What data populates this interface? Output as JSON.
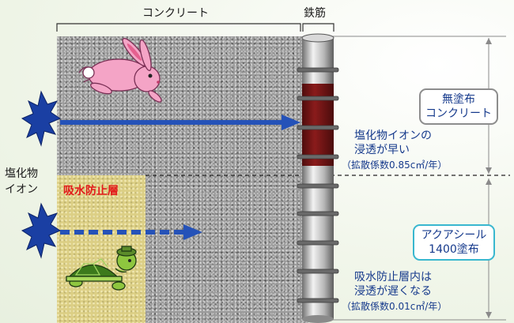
{
  "labels": {
    "concrete": "コンクリート",
    "rebar": "鉄筋",
    "chloride_line1": "塩化物",
    "chloride_line2": "イオン",
    "waterproof_layer": "吸水防止層"
  },
  "upper_box": {
    "line1": "無塗布",
    "line2": "コンクリート"
  },
  "lower_box": {
    "line1": "アクアシール",
    "line2": "1400塗布"
  },
  "upper_note": {
    "line1": "塩化物イオンの",
    "line2": "浸透が早い",
    "line3": "（拡散係数0.85c㎡/年）"
  },
  "lower_note": {
    "line1": "吸水防止層内は",
    "line2": "浸透が遅くなる",
    "line3": "（拡散係数0.01c㎡/年）"
  },
  "colors": {
    "arrow": "#2552b8",
    "concrete": "#9c9c9c",
    "waterproof": "#dccf85",
    "corrosion": "#6e1414",
    "text": "#163a8c",
    "highlight_red": "#e21b1b"
  },
  "icons": [
    "rabbit-icon",
    "turtle-icon",
    "chloride-burst-icon"
  ]
}
